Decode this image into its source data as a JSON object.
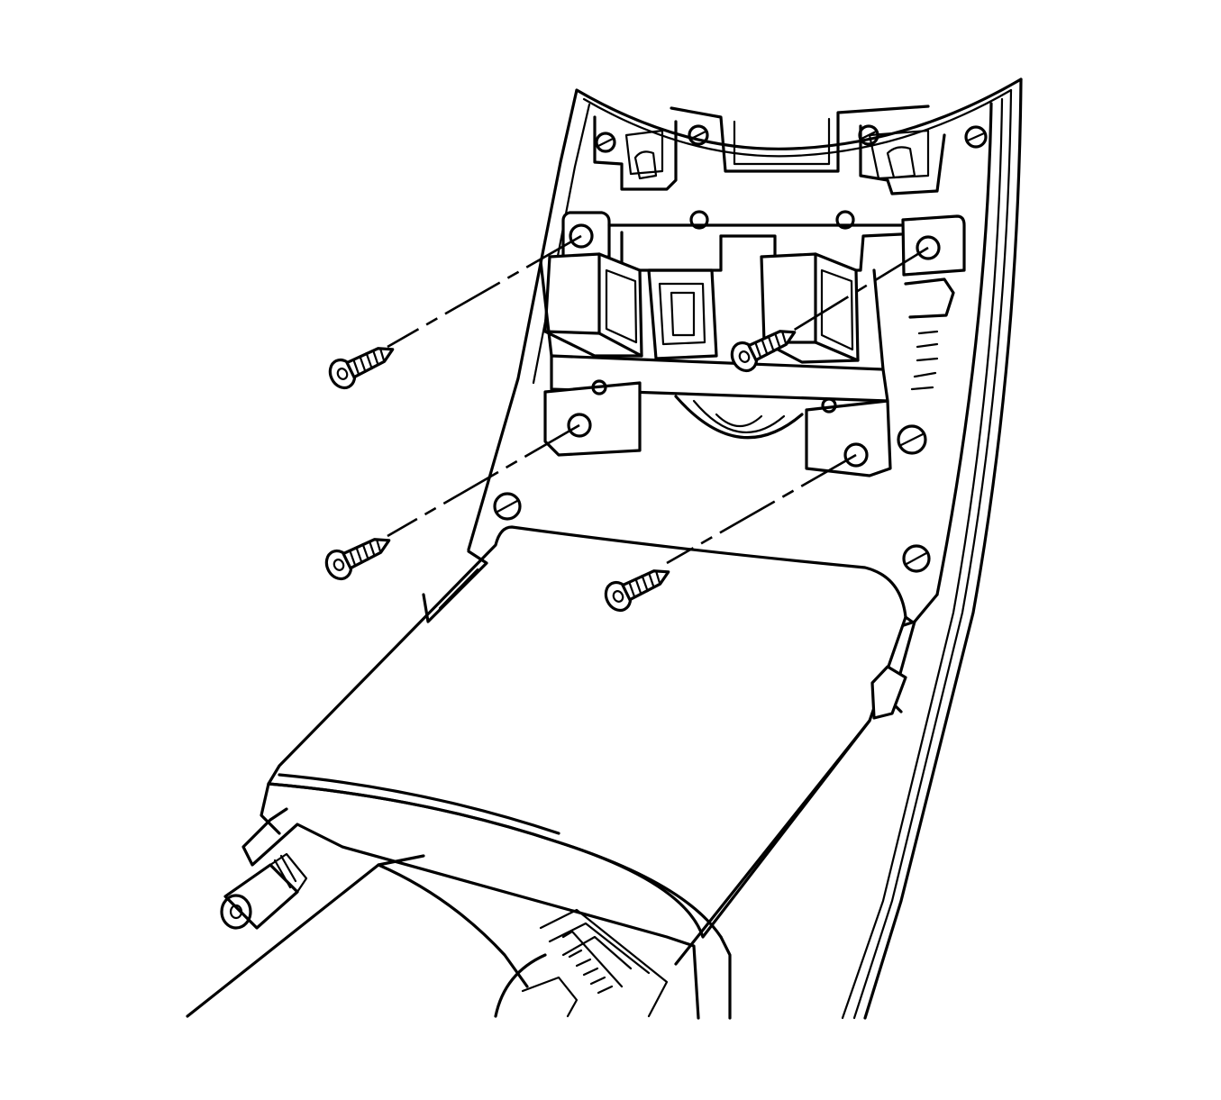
{
  "diagram": {
    "subject": "floor-console-trim-panel-removal",
    "line_color": "#000000",
    "background_color": "#ffffff",
    "fastener_count": 4,
    "fasteners": [
      {
        "id": "screw-upper-left",
        "icon": "screw-icon"
      },
      {
        "id": "screw-upper-right",
        "icon": "screw-icon"
      },
      {
        "id": "screw-lower-left",
        "icon": "screw-icon"
      },
      {
        "id": "screw-lower-right",
        "icon": "screw-icon"
      }
    ]
  }
}
